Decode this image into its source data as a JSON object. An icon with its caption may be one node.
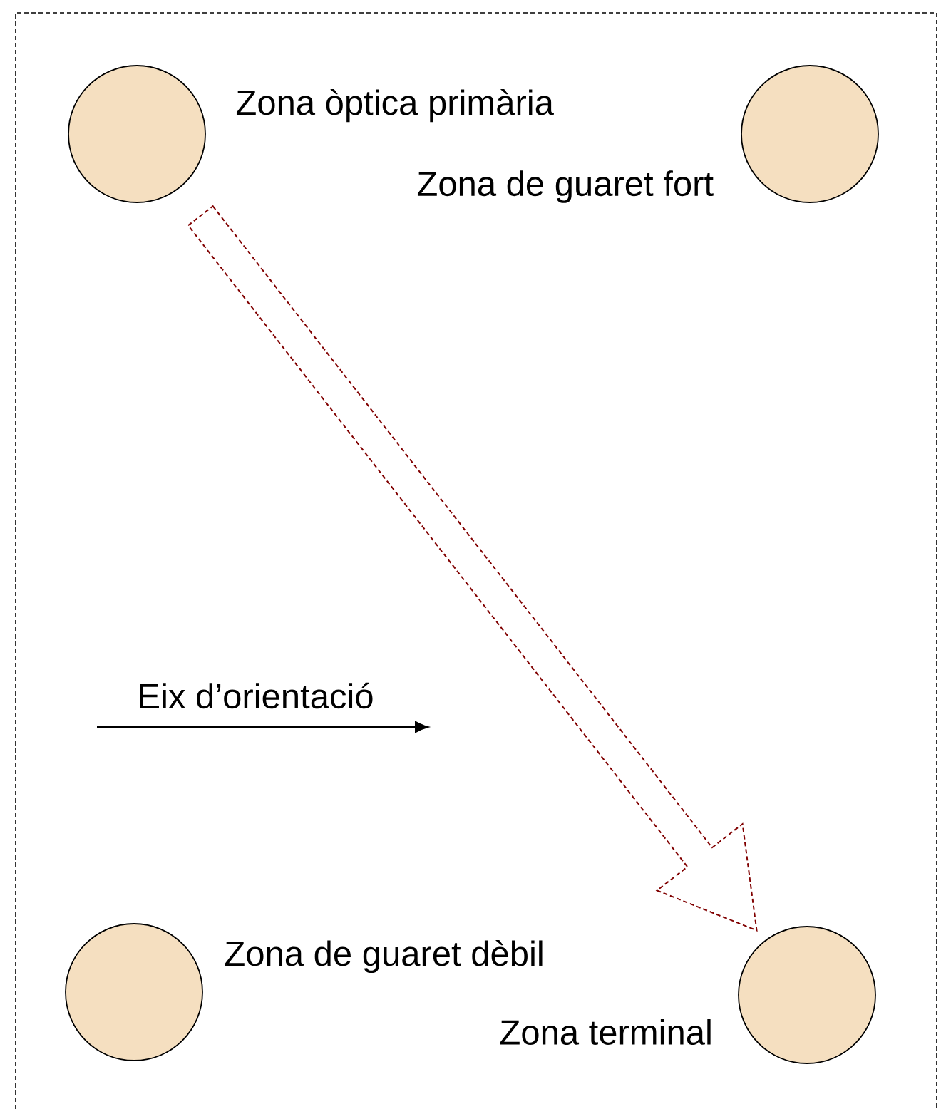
{
  "diagram": {
    "nodes": [
      {
        "text": [],
        "shape": "circle",
        "beside": [
          "Zona òptica primària"
        ]
      },
      {
        "text": [],
        "shape": "circle",
        "beside": [
          "Zona de guaret fort"
        ]
      },
      {
        "text": [],
        "shape": "circle",
        "beside": [
          "Zona de guaret dèbil"
        ]
      },
      {
        "text": [],
        "shape": "circle",
        "beside": [
          "Zona terminal"
        ]
      }
    ],
    "edges": [
      {
        "from": 0,
        "to": 3,
        "arrow": "to",
        "style": "dashed",
        "color": "#800000"
      }
    ],
    "labels": [
      "Eix d’orientació"
    ]
  }
}
